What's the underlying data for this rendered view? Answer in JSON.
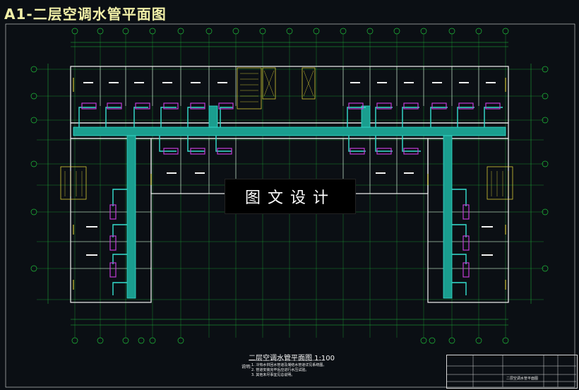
{
  "page": {
    "title": "A1-二层空调水管平面图",
    "watermark": "图文设计"
  },
  "drawing": {
    "caption": "二层空调水管平面图 1:100",
    "notes_label": "说明:",
    "notes": [
      "1. 冷热水供回水管道及凝结水管道详见系统图。",
      "2. 管道安装完毕后应进行水压试验。",
      "3. 其他未尽事宜见总说明。"
    ],
    "title_block": {
      "drawing_name": "二层空调水管平面图"
    }
  },
  "colors": {
    "background": "#0b0f14",
    "wall": "#f2f2f2",
    "grid_line": "#1fbf3a",
    "main_pipe": "#1a9e8f",
    "pipe_outline": "#35e0d0",
    "fan_coil": "#c23bd6",
    "stair": "#f0e23a",
    "axis_bubble": "#1fbf3a"
  }
}
